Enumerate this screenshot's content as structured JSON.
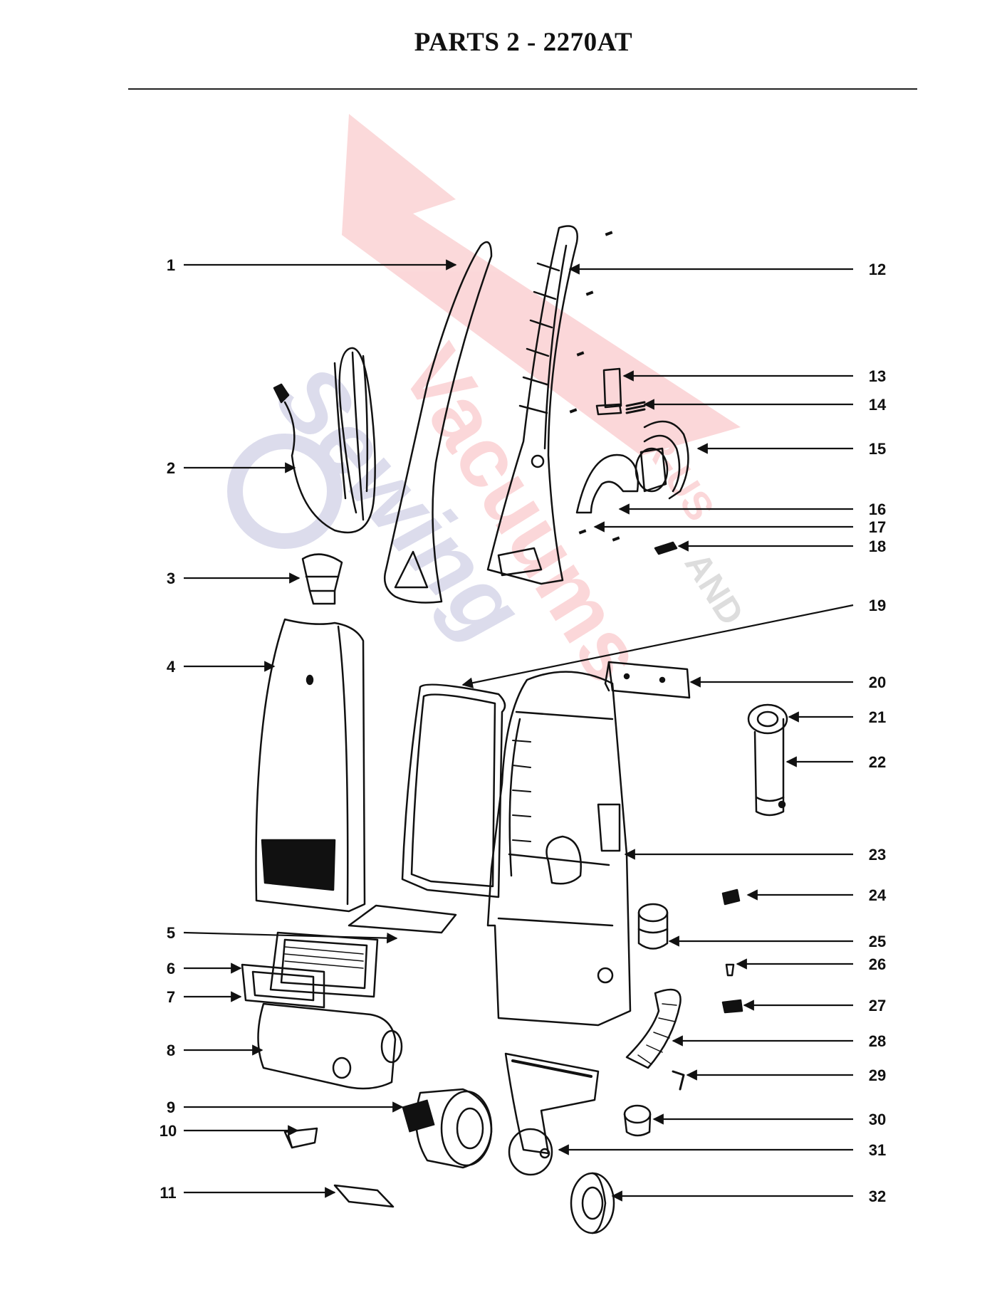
{
  "page_title": "PARTS 2 - 2270AT",
  "watermark": {
    "words": [
      "Vacuums",
      "R-US",
      "AND",
      "Sewing"
    ],
    "red": "#e8101a",
    "blue": "#2a2f8f",
    "grey": "#333333"
  },
  "callouts": [
    "1",
    "2",
    "3",
    "4",
    "5",
    "6",
    "7",
    "8",
    "9",
    "10",
    "11",
    "12",
    "13",
    "14",
    "15",
    "16",
    "17",
    "18",
    "19",
    "20",
    "21",
    "22",
    "23",
    "24",
    "25",
    "26",
    "27",
    "28",
    "29",
    "30",
    "31",
    "32"
  ]
}
